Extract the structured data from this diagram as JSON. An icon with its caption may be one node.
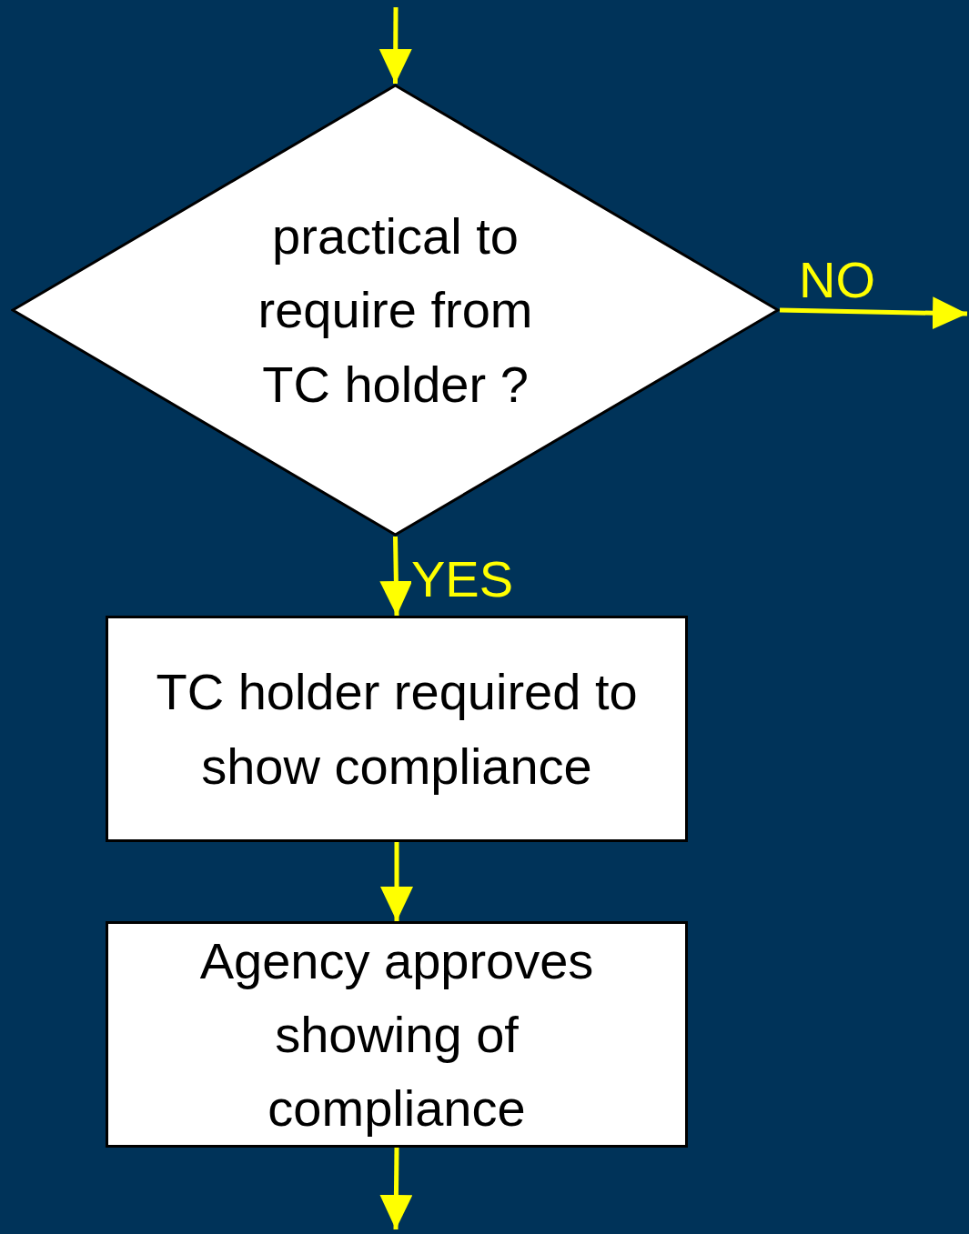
{
  "diagram": {
    "nodes": [
      {
        "text": [
          "practical to require from TC holder ?"
        ]
      },
      {
        "text": [
          "TC holder required to show compliance"
        ]
      },
      {
        "text": [
          "Agency approves showing of compliance"
        ]
      }
    ],
    "edges": [
      {
        "from": null,
        "to": 0,
        "arrow": "to"
      },
      {
        "from": 0,
        "to": null,
        "label": "NO",
        "arrow": "to"
      },
      {
        "from": 0,
        "to": 1,
        "label": "YES",
        "arrow": "to"
      },
      {
        "from": 1,
        "to": 2,
        "arrow": "to"
      },
      {
        "from": 2,
        "to": null,
        "arrow": "to"
      }
    ]
  }
}
